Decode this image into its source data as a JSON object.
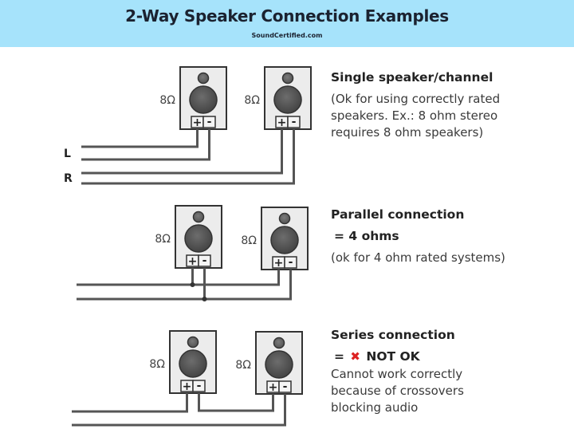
{
  "header": {
    "title": "2-Way Speaker Connection Examples",
    "subtitle": "SoundCertified.com"
  },
  "sections": [
    {
      "heading": "Single speaker/channel",
      "description": "(Ok for using correctly rated speakers. Ex.: 8 ohm stereo requires 8 ohm speakers)",
      "speakers": [
        {
          "impedance": "8Ω"
        },
        {
          "impedance": "8Ω"
        }
      ],
      "channel_labels": [
        "L",
        "R"
      ]
    },
    {
      "heading": "Parallel connection",
      "result": "= 4 ohms",
      "description": "(ok for 4 ohm rated systems)",
      "speakers": [
        {
          "impedance": "8Ω"
        },
        {
          "impedance": "8Ω"
        }
      ]
    },
    {
      "heading": "Series connection",
      "result_prefix": "=",
      "result_icon": "red-x-icon",
      "result": "NOT OK",
      "description": "Cannot work correctly because of crossovers blocking audio",
      "speakers": [
        {
          "impedance": "8Ω"
        },
        {
          "impedance": "8Ω"
        }
      ]
    }
  ],
  "terminal_labels": {
    "plus": "+",
    "minus": "-"
  },
  "colors": {
    "header_bg": "#a6e3fb",
    "wire": "#555555",
    "cabinet": "#ececec",
    "driver": "#5a5a5a",
    "not_ok": "#dd2222"
  }
}
